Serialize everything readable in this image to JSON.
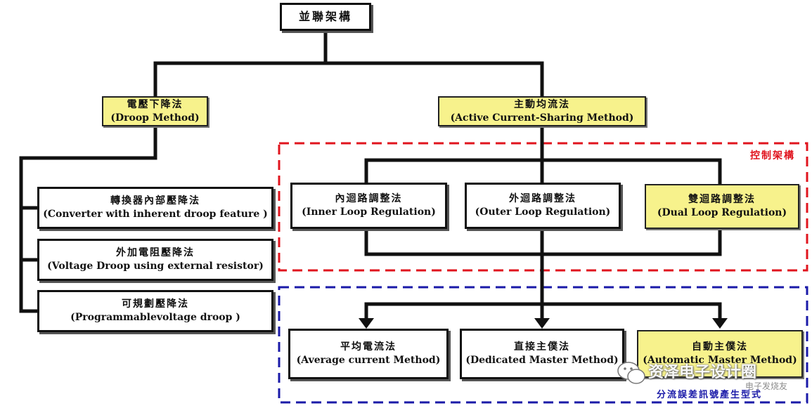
{
  "root": {
    "label": "並聯架構"
  },
  "branches": {
    "droop": {
      "zh": "電壓下降法",
      "en": "(Droop Method)"
    },
    "active": {
      "zh": "主動均流法",
      "en": "(Active Current-Sharing Method)"
    }
  },
  "droop_methods": [
    {
      "zh": "轉換器內部壓降法",
      "en": "(Converter with inherent droop feature )"
    },
    {
      "zh": "外加電阻壓降法",
      "en": "(Voltage Droop using  external resistor)"
    },
    {
      "zh": "可規劃壓降法",
      "en": "(Programmablevoltage droop )"
    }
  ],
  "control_region": {
    "label": "控制架構",
    "items": [
      {
        "zh": "內迴路調整法",
        "en": "(Inner Loop Regulation)"
      },
      {
        "zh": "外迴路調整法",
        "en": "(Outer Loop Regulation)"
      },
      {
        "zh": "雙迴路調整法",
        "en": "(Dual Loop Regulation)"
      }
    ]
  },
  "error_region": {
    "label": "分流誤差訊號產生型式",
    "items": [
      {
        "zh": "平均電流法",
        "en": "(Average current Method)"
      },
      {
        "zh": "直接主僕法",
        "en": "(Dedicated Master Method)"
      },
      {
        "zh": "自動主僕法",
        "en": "(Automatic Master Method)"
      }
    ]
  },
  "watermark": {
    "text": "资泽电子设计圈",
    "sub": "电子发烧友"
  },
  "colors": {
    "red_dash": "#e0141e",
    "blue_dash": "#1a1aa8",
    "yellow_fill": "#f7f28c",
    "line": "#111111"
  }
}
